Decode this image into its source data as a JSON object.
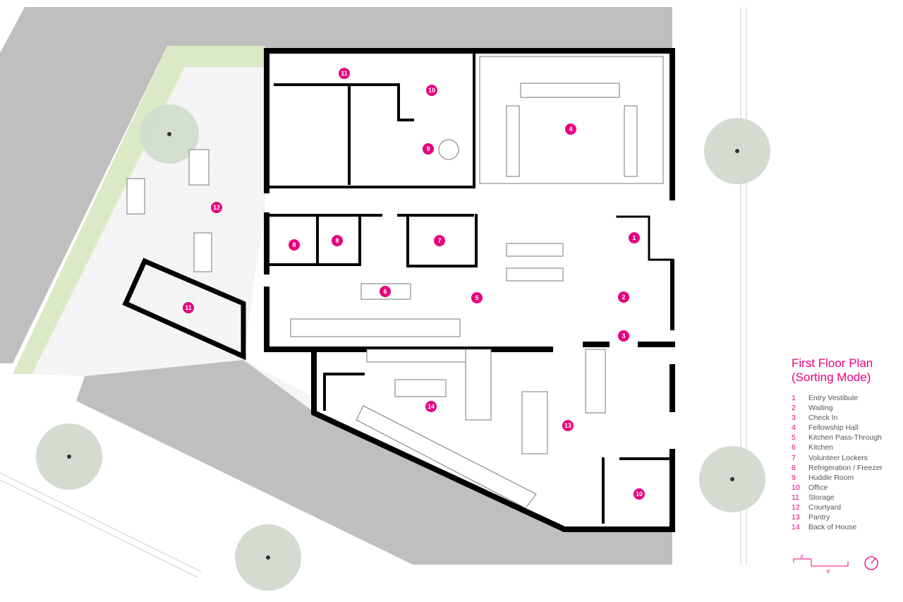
{
  "title_line1": "First Floor Plan",
  "title_line2": "(Sorting Mode)",
  "accent_color": "#e6007e",
  "legend": {
    "items": [
      {
        "num": "1",
        "label": "Entry Vestibule"
      },
      {
        "num": "2",
        "label": "Waiting"
      },
      {
        "num": "3",
        "label": "Check In"
      },
      {
        "num": "4",
        "label": "Fellowship Hall"
      },
      {
        "num": "5",
        "label": "Kitchen Pass-Through"
      },
      {
        "num": "6",
        "label": "Kitchen"
      },
      {
        "num": "7",
        "label": "Volunteer Lockers"
      },
      {
        "num": "8",
        "label": "Refrigeration / Freezer"
      },
      {
        "num": "9",
        "label": "Huddle Room"
      },
      {
        "num": "10",
        "label": "Office"
      },
      {
        "num": "11",
        "label": "Storage"
      },
      {
        "num": "12",
        "label": "Courtyard"
      },
      {
        "num": "13",
        "label": "Pantry"
      },
      {
        "num": "14",
        "label": "Back of House"
      }
    ]
  },
  "scale": {
    "label_small": "3'",
    "label_large": "6'"
  },
  "north_arrow_icon": "north-arrow-icon"
}
